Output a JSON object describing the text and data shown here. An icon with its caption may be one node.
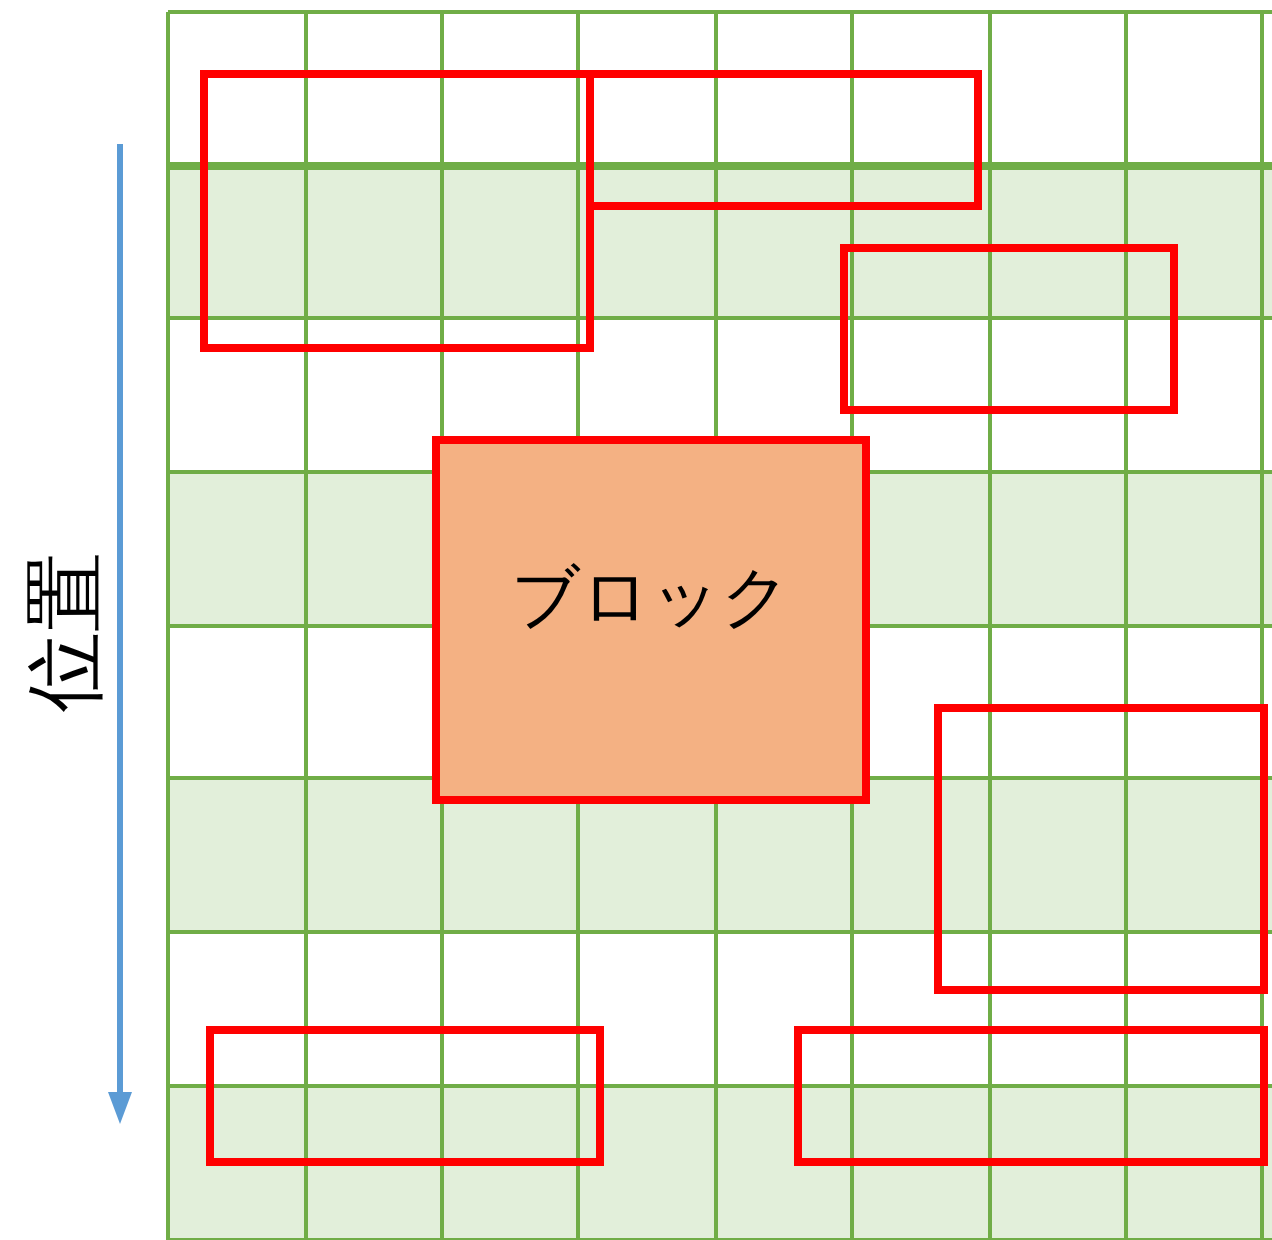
{
  "diagram": {
    "nodes": [
      {
        "text": [],
        "shape": "box"
      },
      {
        "text": [],
        "shape": "box"
      },
      {
        "text": [],
        "shape": "box"
      },
      {
        "text": [
          "ブロック"
        ]
      },
      {
        "text": [],
        "shape": "box"
      },
      {
        "text": [],
        "shape": "box"
      },
      {
        "text": [],
        "shape": "box"
      }
    ],
    "labels": [
      "位置"
    ]
  }
}
